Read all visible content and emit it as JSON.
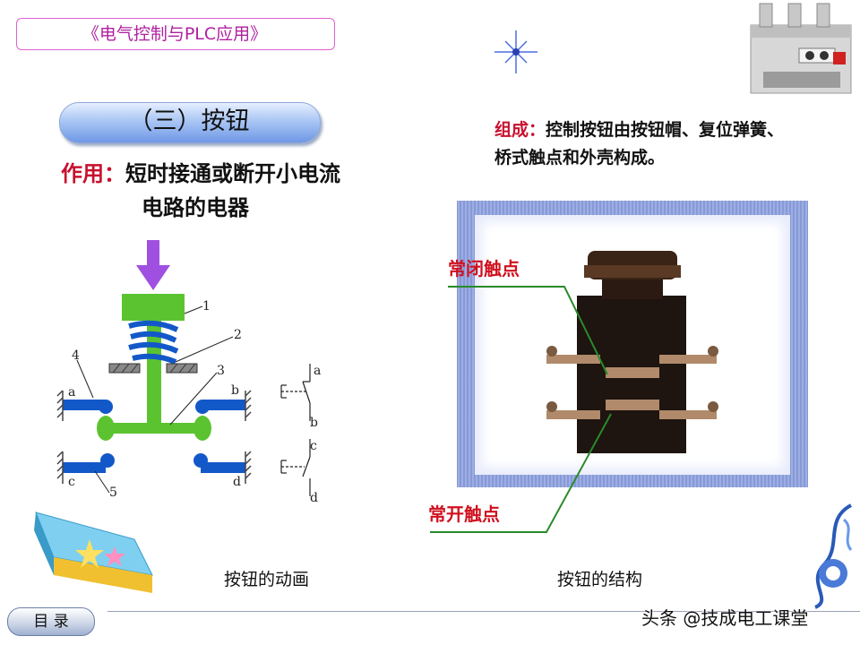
{
  "header": {
    "course_title": "《电气控制与PLC应用》"
  },
  "section": {
    "title": "（三）按钮"
  },
  "purpose": {
    "label": "作用：",
    "line1": "短时接通或断开小电流",
    "line2": "电路的电器"
  },
  "composition": {
    "label": "组成：",
    "text": "控制按钮由按钮帽、复位弹簧、桥式触点和外壳构成。"
  },
  "diagram": {
    "numbers": [
      "1",
      "2",
      "3",
      "4",
      "5"
    ],
    "contact_letters": [
      "a",
      "b",
      "c",
      "d"
    ],
    "symbol_letters": [
      "a",
      "b",
      "c",
      "d"
    ]
  },
  "photo": {
    "nc_label": "常闭触点",
    "no_label": "常开触点"
  },
  "captions": {
    "animation": "按钮的动画",
    "structure": "按钮的结构"
  },
  "nav": {
    "toc": "目 录"
  },
  "watermark": "头条 @技成电工课堂",
  "colors": {
    "green": "#5cc330",
    "blue": "#1358c8",
    "red": "#c8102e",
    "purple": "#a050e0"
  }
}
